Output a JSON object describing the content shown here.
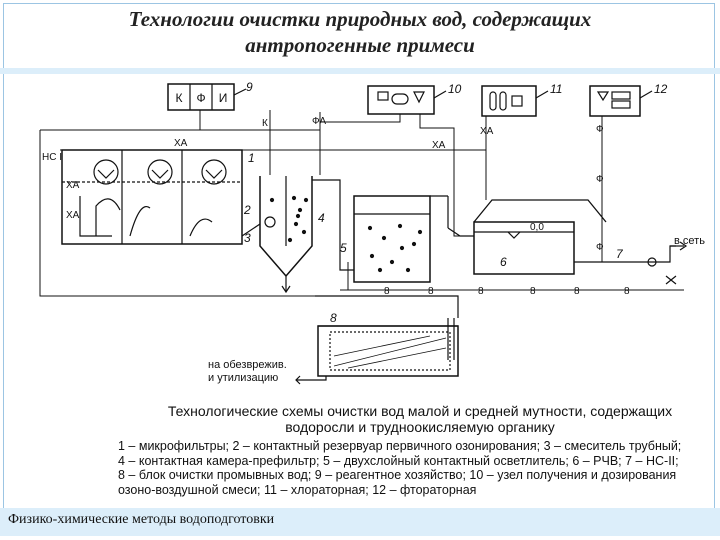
{
  "title": {
    "line1": "Технологии очистки природных вод, содержащих",
    "line2": "антропогенные примеси"
  },
  "diagram": {
    "control_panel": {
      "labels": [
        "К",
        "Ф",
        "И"
      ],
      "number": "9"
    },
    "devices": {
      "ozone_number": "10",
      "chlorine_number": "11",
      "fluorine_number": "12"
    },
    "stage_numbers": [
      "1",
      "2",
      "3",
      "4",
      "5",
      "6",
      "7",
      "8"
    ],
    "line_labels": {
      "k": "К",
      "fa": "ФА",
      "xa": "ХА",
      "f": "Ф",
      "nsi": "НС I",
      "sludge": "8"
    },
    "level_mark": "0,0",
    "to_network": "в сеть",
    "disposal": [
      "на обезврежив.",
      "и утилизацию"
    ]
  },
  "caption": {
    "line1": "Технологические схемы очистки вод малой и средней мутности, содержащих",
    "line2": "водоросли и трудноокисляемую органику"
  },
  "legend": [
    "1 – микрофильтры; 2 – контактный резервуар первичного озонирования; 3 – смеситель трубный;",
    "4 – контактная камера-префильтр; 5 – двухслойный контактный осветлитель; 6 – РЧВ; 7 – НС-II;",
    "8 – блок очистки промывных вод; 9 – реагентное хозяйство; 10 – узел получения и дозирования",
    "озоно-воздушной смеси; 11 – хлораторная; 12 – фторатoрная"
  ],
  "footer": "Физико-химические методы водоподготовки",
  "colors": {
    "stripe": "#dceefa",
    "border": "#9cc5e3",
    "ink": "#111111"
  }
}
